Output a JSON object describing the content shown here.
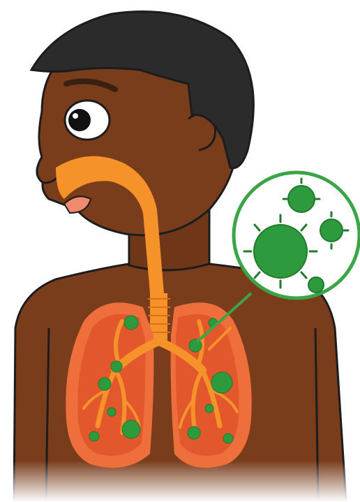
{
  "illustration": {
    "subject": "child-respiratory-infection",
    "icons": [
      "head-icon",
      "lungs-icon",
      "trachea-icon",
      "germ-icon",
      "magnifier-circle-icon"
    ],
    "colors": {
      "skin": "#7a3d1c",
      "skin_shadow": "#6a3416",
      "hair": "#2b2b2b",
      "airway": "#f5922a",
      "lung_outer": "#ee6f3c",
      "lung_inner": "#e2572c",
      "germ": "#2e9a3e",
      "germ_dark": "#1f7a2c",
      "magnifier_ring": "#3aa447",
      "outline": "#1c1c1c",
      "tongue": "#f08a6e"
    },
    "germ_count_in_lungs": 12,
    "germ_count_in_magnifier": 4
  }
}
